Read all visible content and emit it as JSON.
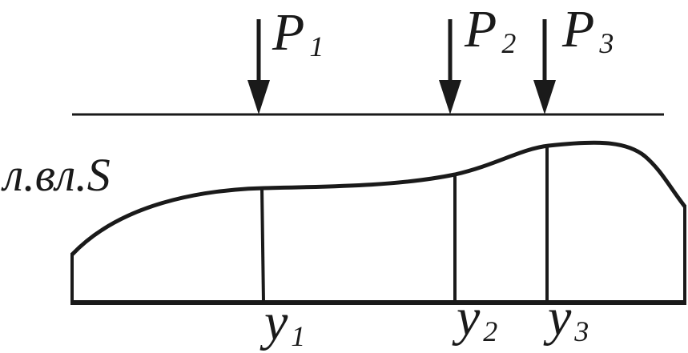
{
  "diagram": {
    "loads": [
      {
        "letter": "P",
        "index": "1"
      },
      {
        "letter": "P",
        "index": "2"
      },
      {
        "letter": "P",
        "index": "3"
      }
    ],
    "influence_line_label": "л.вл.S",
    "ordinates": [
      {
        "letter": "y",
        "index": "1"
      },
      {
        "letter": "y",
        "index": "2"
      },
      {
        "letter": "y",
        "index": "3"
      }
    ],
    "colors": {
      "ink": "#1a1a1a",
      "background": "#ffffff"
    }
  }
}
